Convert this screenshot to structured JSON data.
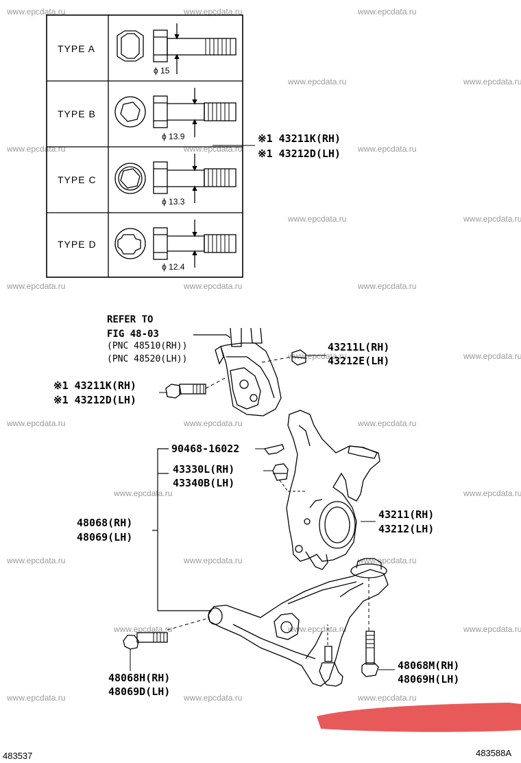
{
  "watermark": "www.epcdata.ru",
  "bolt_types": [
    {
      "type": "TYPE A",
      "diameter": "ϕ 15"
    },
    {
      "type": "TYPE B",
      "diameter": "ϕ 13.9"
    },
    {
      "type": "TYPE C",
      "diameter": "ϕ 13.3"
    },
    {
      "type": "TYPE D",
      "diameter": "ϕ 12.4"
    }
  ],
  "labels": {
    "bolt_table_rh": "※1 43211K(RH)",
    "bolt_table_lh": "※1 43212D(LH)",
    "refer_line1": "REFER TO",
    "refer_line2": "FIG 48-03",
    "refer_line3": "(PNC 48510(RH))",
    "refer_line4": "(PNC 48520(LH))",
    "nut_rh": "43211L(RH)",
    "nut_lh": "43212E(LH)",
    "bolt_rh": "※1 43211K(RH)",
    "bolt_lh": "※1 43212D(LH)",
    "pin": "90468-16022",
    "castle_nut_rh": "43330L(RH)",
    "castle_nut_lh": "43340B(LH)",
    "arm_rh": "48068(RH)",
    "arm_lh": "48069(LH)",
    "knuckle_rh": "43211(RH)",
    "knuckle_lh": "43212(LH)",
    "arm_bolt_rh": "48068H(RH)",
    "arm_bolt_lh": "48069D(LH)",
    "rear_bolt_rh": "48068M(RH)",
    "rear_bolt_lh": "48069H(LH)"
  },
  "codes": {
    "left": "483537",
    "right": "483588A"
  },
  "colors": {
    "highlight": "#e85a5a",
    "watermark": "#9a9a9a"
  }
}
